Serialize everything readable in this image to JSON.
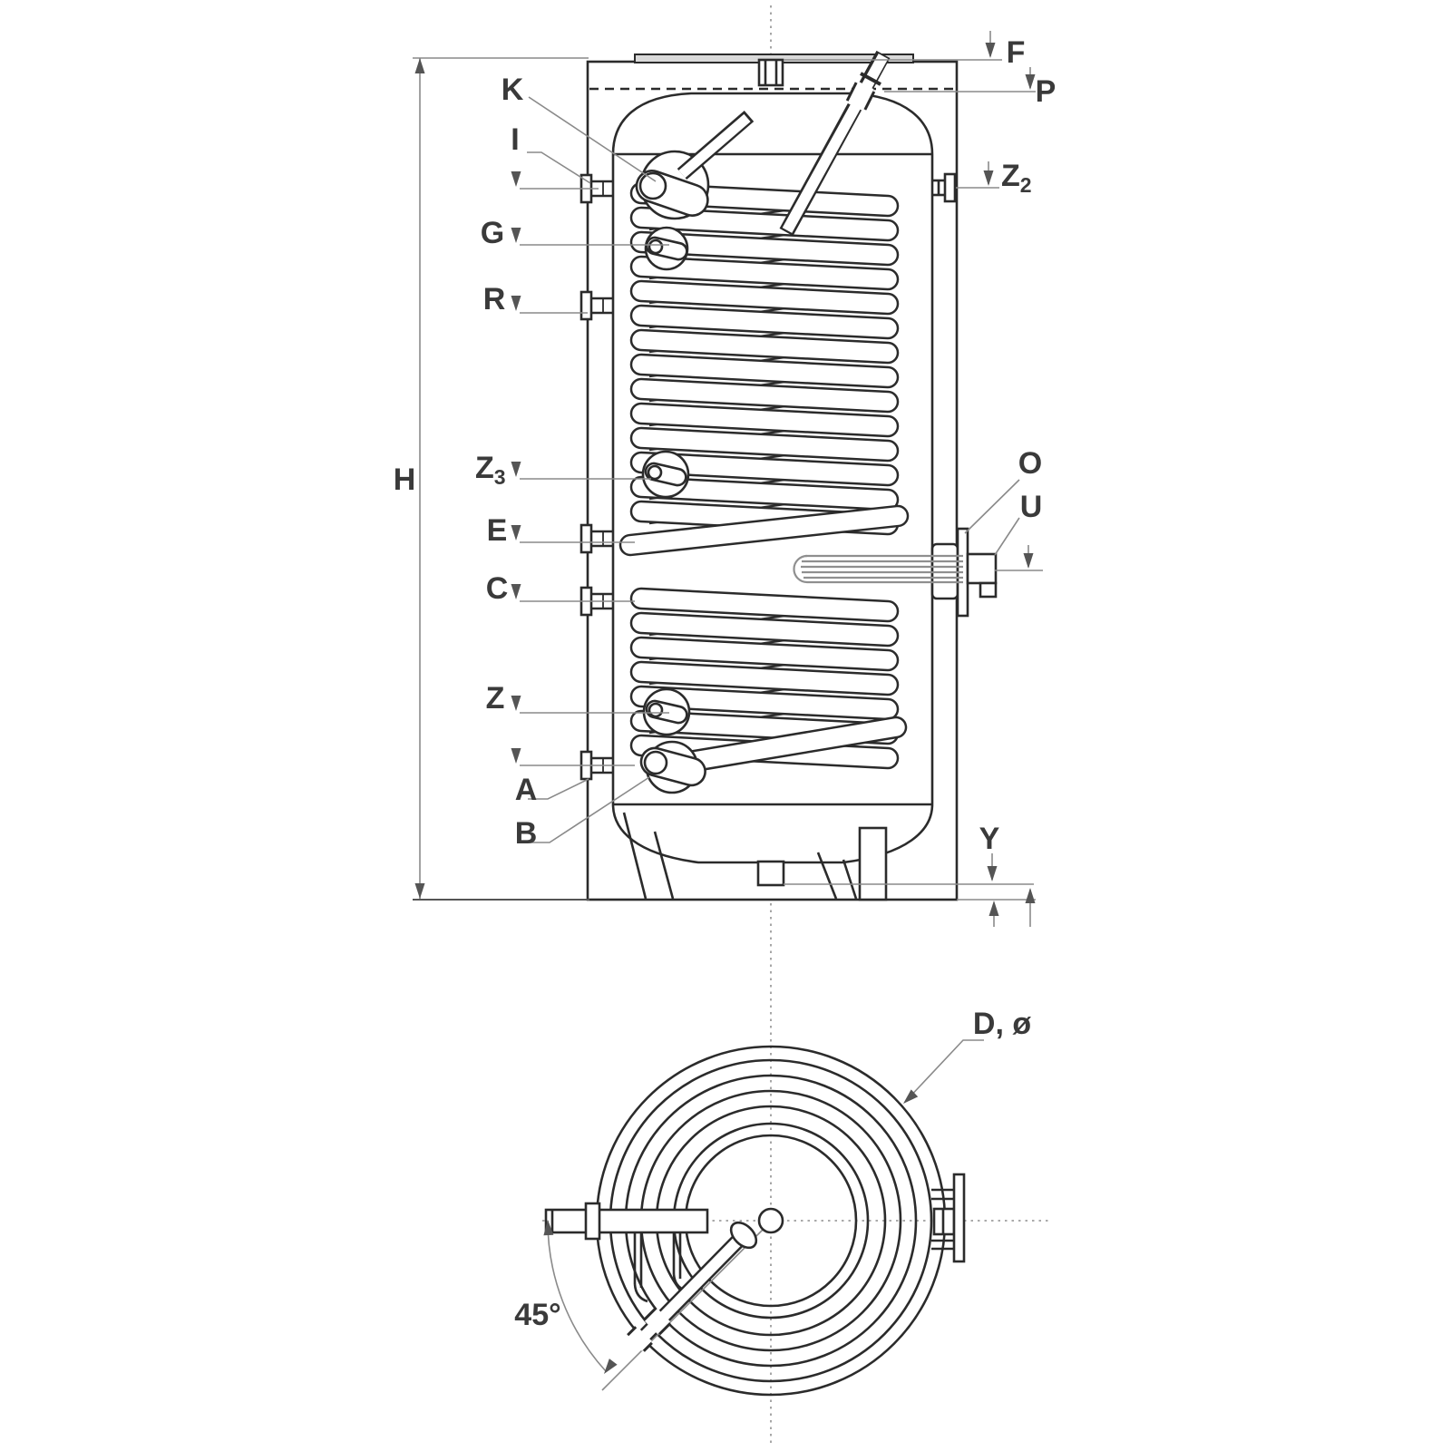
{
  "diagram": {
    "type": "technical-drawing",
    "subject": "storage water tank with two coil heat exchangers, side section and top view",
    "labels": {
      "side_view": {
        "f": "F",
        "p": "P",
        "k": "K",
        "i": "I",
        "g": "G",
        "r": "R",
        "z2": {
          "base": "Z",
          "sub": "2"
        },
        "h": "H",
        "z3": {
          "base": "Z",
          "sub": "3"
        },
        "e": "E",
        "o": "O",
        "u": "U",
        "c": "C",
        "z": "Z",
        "a": "A",
        "b": "B",
        "y": "Y"
      },
      "top_view": {
        "diameter": "D, ø",
        "angle": "45°"
      }
    },
    "colors": {
      "line": "#2b2b2b",
      "dimension": "#8a8a8a",
      "heater": "#8f8f8f",
      "label": "#3a3a3a"
    }
  }
}
